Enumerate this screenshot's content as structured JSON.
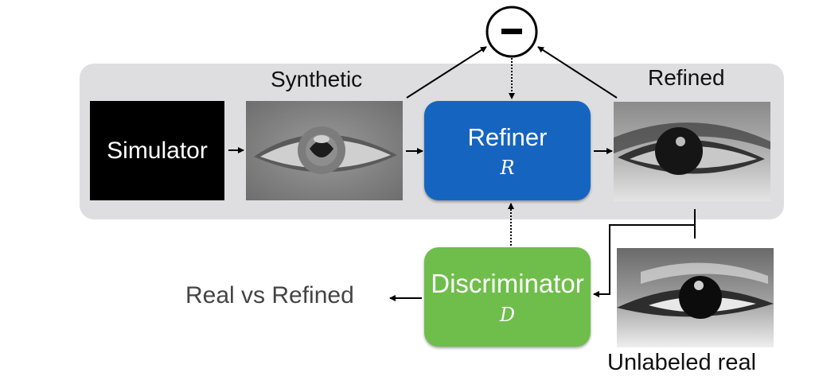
{
  "title": "SimGAN refiner training diagram",
  "panel": {
    "simulator_label": "Simulator",
    "synthetic_label": "Synthetic",
    "refined_label": "Refined"
  },
  "refiner": {
    "name": "Refiner",
    "symbol": "R",
    "color": "#1565c0"
  },
  "discriminator": {
    "name": "Discriminator",
    "symbol": "D",
    "color": "#6fbe4b"
  },
  "difference_node": {
    "symbol": "minus-icon"
  },
  "outputs": {
    "discriminator_output": "Real vs Refined",
    "unlabeled_label": "Unlabeled real"
  },
  "images": {
    "synthetic": "synthetic-eye-image",
    "refined": "refined-eye-image",
    "real": "unlabeled-real-eye-image"
  }
}
